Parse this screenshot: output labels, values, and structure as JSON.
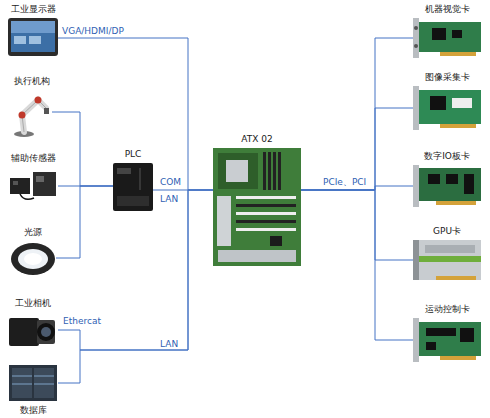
{
  "diagram": {
    "nodes": [
      {
        "text": [
          "工业显示器"
        ]
      },
      {
        "text": [
          "执行机构"
        ]
      },
      {
        "text": [
          "辅助传感器"
        ]
      },
      {
        "text": [
          "光源"
        ]
      },
      {
        "text": [
          "工业相机"
        ]
      },
      {
        "text": [
          "数据库"
        ]
      },
      {
        "text": [
          "PLC"
        ]
      },
      {
        "text": [
          "ATX 02"
        ]
      },
      {
        "text": [
          "机器视觉卡"
        ]
      },
      {
        "text": [
          "图像采集卡"
        ]
      },
      {
        "text": [
          "数字IO板卡"
        ]
      },
      {
        "text": [
          "GPU卡"
        ]
      },
      {
        "text": [
          "运动控制卡"
        ]
      }
    ],
    "edges": [
      {
        "from": 0,
        "to": 7,
        "arrow": "none",
        "label": "VGA/HDMI/DP"
      },
      {
        "from": 1,
        "to": 6,
        "arrow": "none"
      },
      {
        "from": 2,
        "to": 6,
        "arrow": "none"
      },
      {
        "from": 3,
        "to": 6,
        "arrow": "none"
      },
      {
        "from": 6,
        "to": 7,
        "arrow": "none",
        "label": "COM"
      },
      {
        "from": 4,
        "to": 7,
        "arrow": "none"
      },
      {
        "from": 5,
        "to": 7,
        "arrow": "none"
      },
      {
        "from": 7,
        "to": 8,
        "arrow": "none"
      },
      {
        "from": 7,
        "to": 9,
        "arrow": "none"
      },
      {
        "from": 7,
        "to": 10,
        "arrow": "none"
      },
      {
        "from": 7,
        "to": 11,
        "arrow": "none"
      },
      {
        "from": 7,
        "to": 12,
        "arrow": "none"
      }
    ],
    "labels": [
      "LAN",
      "Ethercat",
      "LAN",
      "PCIe、PCI"
    ]
  }
}
